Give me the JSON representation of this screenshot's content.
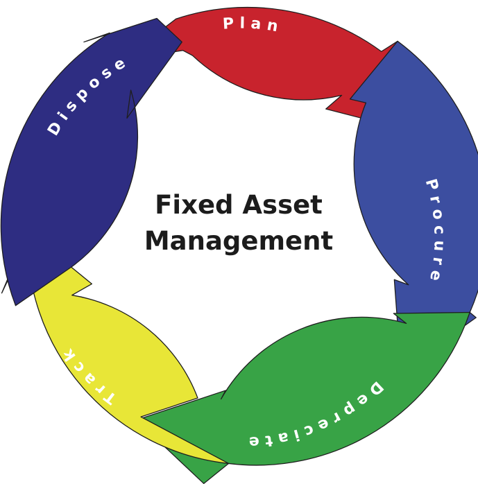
{
  "center": {
    "line1": "Fixed Asset",
    "line2": "Management"
  },
  "stages": [
    {
      "id": "plan",
      "label": "Plan",
      "color": "#c8232d",
      "text_color": "#ffffff"
    },
    {
      "id": "procure",
      "label": "Procure",
      "color": "#3c4ea0",
      "text_color": "#ffffff"
    },
    {
      "id": "depreciate",
      "label": "Depreciate",
      "color": "#38a346",
      "text_color": "#ffffff"
    },
    {
      "id": "track",
      "label": "Track",
      "color": "#e8e637",
      "text_color": "#ffffff"
    },
    {
      "id": "dispose",
      "label": "Dispose",
      "color": "#2e2d82",
      "text_color": "#ffffff"
    }
  ]
}
